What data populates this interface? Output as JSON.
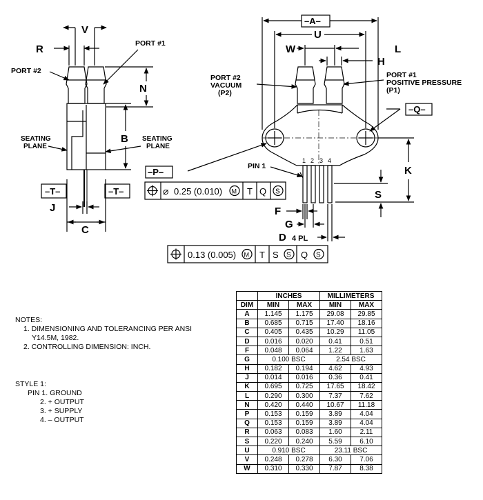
{
  "left_view": {
    "dims": {
      "V": "V",
      "R": "R",
      "N": "N",
      "B": "B",
      "J": "J",
      "C": "C"
    },
    "port2": "PORT #2",
    "port1": "PORT #1",
    "seating_left": [
      "SEATING",
      "PLANE"
    ],
    "seating_right": [
      "SEATING",
      "PLANE"
    ],
    "datum_t_left": "–T–",
    "datum_t_right": "–T–"
  },
  "right_view": {
    "dims": {
      "A": "–A–",
      "U": "U",
      "W": "W",
      "L": "L",
      "H": "H",
      "K": "K",
      "S": "S",
      "F": "F",
      "G": "G",
      "D": "D"
    },
    "port2_label": [
      "PORT #2",
      "VACUUM",
      "(P2)"
    ],
    "port1_label": [
      "PORT #1",
      "POSITIVE PRESSURE",
      "(P1)"
    ],
    "datum_q": "–Q–",
    "datum_p": "–P–",
    "pin1": "PIN 1",
    "pin_numbers": [
      "1",
      "2",
      "3",
      "4"
    ],
    "d_note": "4 PL"
  },
  "tolerance_frame_1": {
    "symbol": "⌀",
    "value": "0.25 (0.010)",
    "modifier": "M",
    "refs": [
      "T",
      "Q",
      "S"
    ]
  },
  "tolerance_frame_2": {
    "value": "0.13 (0.005)",
    "modifier": "M",
    "refs": [
      "T",
      "S",
      "S",
      "Q",
      "S"
    ]
  },
  "notes": {
    "title": "NOTES:",
    "items": [
      "1.  DIMENSIONING AND TOLERANCING PER ANSI",
      "     Y14.5M, 1982.",
      "2.  CONTROLLING DIMENSION: INCH."
    ]
  },
  "style": {
    "title": "STYLE 1:",
    "lines": [
      "PIN 1.  GROUND",
      "2.  + OUTPUT",
      "3.  + SUPPLY",
      "4.  – OUTPUT"
    ]
  },
  "table": {
    "group_headers": [
      "INCHES",
      "MILLIMETERS"
    ],
    "col_headers": [
      "DIM",
      "MIN",
      "MAX",
      "MIN",
      "MAX"
    ],
    "rows": [
      [
        "A",
        "1.145",
        "1.175",
        "29.08",
        "29.85"
      ],
      [
        "B",
        "0.685",
        "0.715",
        "17.40",
        "18.16"
      ],
      [
        "C",
        "0.405",
        "0.435",
        "10.29",
        "11.05"
      ],
      [
        "D",
        "0.016",
        "0.020",
        "0.41",
        "0.51"
      ],
      [
        "F",
        "0.048",
        "0.064",
        "1.22",
        "1.63"
      ],
      [
        "G",
        "0.100 BSC",
        "",
        "2.54 BSC",
        ""
      ],
      [
        "H",
        "0.182",
        "0.194",
        "4.62",
        "4.93"
      ],
      [
        "J",
        "0.014",
        "0.016",
        "0.36",
        "0.41"
      ],
      [
        "K",
        "0.695",
        "0.725",
        "17.65",
        "18.42"
      ],
      [
        "L",
        "0.290",
        "0.300",
        "7.37",
        "7.62"
      ],
      [
        "N",
        "0.420",
        "0.440",
        "10.67",
        "11.18"
      ],
      [
        "P",
        "0.153",
        "0.159",
        "3.89",
        "4.04"
      ],
      [
        "Q",
        "0.153",
        "0.159",
        "3.89",
        "4.04"
      ],
      [
        "R",
        "0.063",
        "0.083",
        "1.60",
        "2.11"
      ],
      [
        "S",
        "0.220",
        "0.240",
        "5.59",
        "6.10"
      ],
      [
        "U",
        "0.910 BSC",
        "",
        "23.11 BSC",
        ""
      ],
      [
        "V",
        "0.248",
        "0.278",
        "6.30",
        "7.06"
      ],
      [
        "W",
        "0.310",
        "0.330",
        "7.87",
        "8.38"
      ]
    ]
  }
}
